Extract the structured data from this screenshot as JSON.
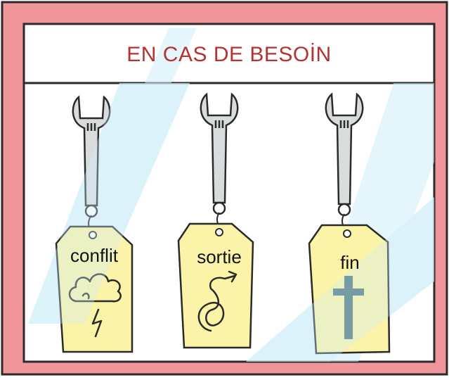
{
  "header": {
    "title": "EN CAS DE BESOİN"
  },
  "tags": [
    {
      "label": "conflit",
      "icon": "storm-cloud-lightning-icon"
    },
    {
      "label": "sortie",
      "icon": "exit-spiral-arrow-icon"
    },
    {
      "label": "fin",
      "icon": "cross-icon"
    }
  ],
  "colors": {
    "frame": "#f0969a",
    "frame_outline": "#2a2a2a",
    "title_text": "#b5322f",
    "tag_fill": "#fbf3a7",
    "glass_tint": "#cfeef8",
    "wrench_fill": "#d9dcdd",
    "cross_color": "#4a7076"
  }
}
